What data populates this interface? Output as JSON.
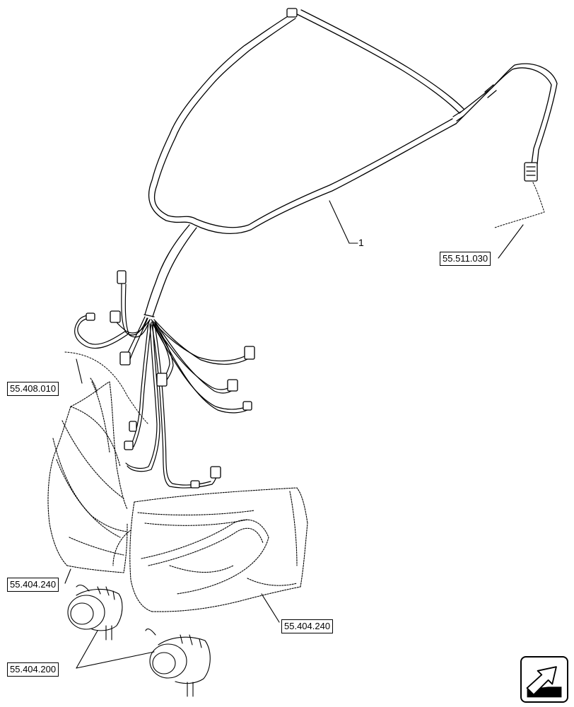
{
  "item_label": "1",
  "callouts": {
    "ref_511030": "55.511.030",
    "ref_408010": "55.408.010",
    "ref_404240_left": "55.404.240",
    "ref_404240_right": "55.404.240",
    "ref_404200": "55.404.200"
  },
  "nav_icon": "next-page-arrow-icon"
}
